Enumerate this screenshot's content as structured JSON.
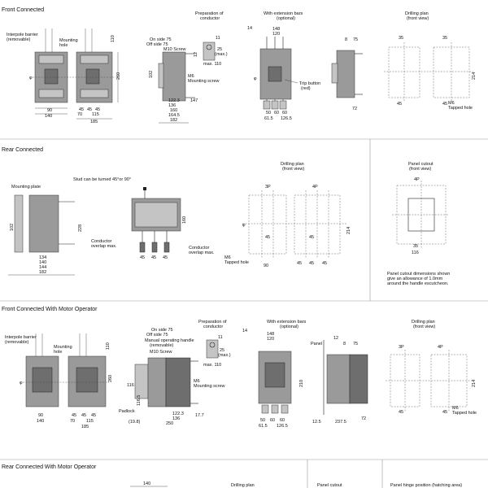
{
  "sections": {
    "front_connected": "Front Connected",
    "rear_connected": "Rear Connected",
    "front_motor": "Front Connected With Motor Operator",
    "rear_motor": "Rear Connected With Motor Operator"
  },
  "labels": {
    "interpole_barrier": "Interpole barrier",
    "removable": "(removable)",
    "mounting_hole": "Mounting",
    "hole": "hole",
    "prep_conductor_1": "Preparation of",
    "prep_conductor_2": "conductor",
    "on_side": "On side 75",
    "off_side": "Off side 75",
    "m10_screw": "M10 Screw",
    "max_110": "max. 110",
    "m6": "M6",
    "mounting_screw": "Mounting screw",
    "ext_bars_1": "With extension bars",
    "ext_bars_2": "(optional)",
    "trip_button": "Trip button",
    "red": "(red)",
    "drilling_plan": "Drilling plan",
    "front_view": "(front view)",
    "tapped_hole": "Tapped hole",
    "mounting_plate": "Mounting plate",
    "stud_turned": "Stud can be turned 45°or 90°",
    "conductor_overlap": "Conductor",
    "overlap_max": "overlap max.",
    "panel_cutout": "Panel cutout",
    "cutout_note_1": "Panel cutout dimensions shown",
    "cutout_note_2": "give an allowance of 1.0mm",
    "cutout_note_3": "around the handle escutcheon.",
    "manual_handle_1": "Manual operating handle",
    "manual_handle_2": "(removable)",
    "padlock": "Padlock",
    "panel": "Panel",
    "panel_hinge": "Panel hinge position (hatching area)",
    "pole_3p": "3P",
    "pole_4p": "4P",
    "phi": "φ"
  },
  "dims": {
    "d140": "140",
    "d90": "90",
    "d185": "185",
    "d45": "45",
    "d70": "70",
    "d115": "115",
    "d260": "260",
    "d110": "110",
    "d122_3": "122.3",
    "d136": "136",
    "d160": "160",
    "d164_5": "164.5",
    "d182": "182",
    "d147": "147",
    "d12": "12",
    "d25": "25",
    "max": "(max.)",
    "d11": "11",
    "d14": "14",
    "d148": "148",
    "d120": "120",
    "d8": "8",
    "d75": "75",
    "d61_5": "61.5",
    "d126_5": "126.5",
    "d50": "50",
    "d60": "60",
    "d72": "72",
    "d214": "214",
    "d35": "35",
    "d144": "144",
    "d102": "102",
    "d228": "228",
    "d12_5": "12.5",
    "d237_5": "237.5",
    "d250": "250",
    "d19_8": "(19.8)",
    "d17_7": "17.7",
    "d116": "116",
    "d116_5": "116.5",
    "d210": "210",
    "d12_b": "12"
  }
}
